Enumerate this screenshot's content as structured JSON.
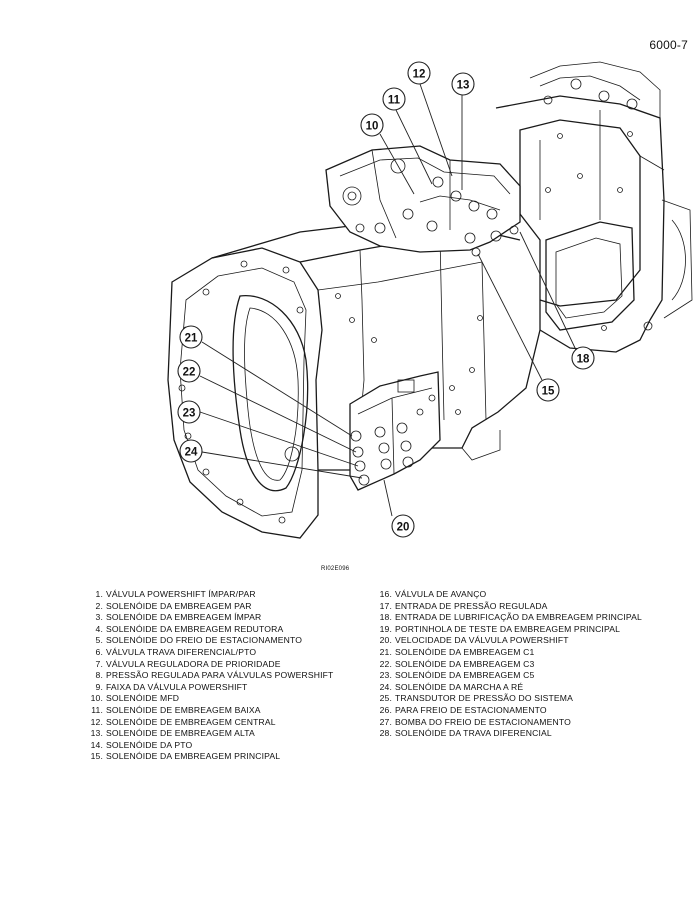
{
  "header": {
    "page_number": "6000-7"
  },
  "figure": {
    "code": "RI02E096",
    "callouts": [
      "10",
      "11",
      "12",
      "13",
      "15",
      "18",
      "20",
      "21",
      "22",
      "23",
      "24"
    ]
  },
  "legend": {
    "left": [
      {
        "num": "1.",
        "text": "VÁLVULA POWERSHIFT ÍMPAR/PAR"
      },
      {
        "num": "2.",
        "text": "SOLENÓIDE DA EMBREAGEM PAR"
      },
      {
        "num": "3.",
        "text": "SOLENÓIDE DA EMBREAGEM ÍMPAR"
      },
      {
        "num": "4.",
        "text": "SOLENÓIDE DA EMBREAGEM REDUTORA"
      },
      {
        "num": "5.",
        "text": "SOLENÓIDE DO FREIO DE ESTACIONAMENTO"
      },
      {
        "num": "6.",
        "text": "VÁLVULA TRAVA DIFERENCIAL/PTO"
      },
      {
        "num": "7.",
        "text": "VÁLVULA REGULADORA DE PRIORIDADE"
      },
      {
        "num": "8.",
        "text": "PRESSÃO REGULADA PARA VÁLVULAS POWERSHIFT"
      },
      {
        "num": "9.",
        "text": "FAIXA DA VÁLVULA POWERSHIFT"
      },
      {
        "num": "10.",
        "text": "SOLENÓIDE MFD"
      },
      {
        "num": "11.",
        "text": "SOLENÓIDE DE EMBREAGEM BAIXA"
      },
      {
        "num": "12.",
        "text": "SOLENÓIDE DE EMBREAGEM CENTRAL"
      },
      {
        "num": "13.",
        "text": "SOLENÓIDE DE EMBREAGEM ALTA"
      },
      {
        "num": "14.",
        "text": "SOLENÓIDE DA PTO"
      },
      {
        "num": "15.",
        "text": "SOLENÓIDE DA EMBREAGEM PRINCIPAL"
      }
    ],
    "right": [
      {
        "num": "16.",
        "text": "VÁLVULA DE AVANÇO"
      },
      {
        "num": "17.",
        "text": "ENTRADA DE PRESSÃO REGULADA"
      },
      {
        "num": "18.",
        "text": "ENTRADA DE LUBRIFICAÇÃO DA EMBREAGEM PRINCIPAL"
      },
      {
        "num": "19.",
        "text": "PORTINHOLA DE TESTE DA EMBREAGEM PRINCIPAL"
      },
      {
        "num": "20.",
        "text": "VELOCIDADE DA VÁLVULA POWERSHIFT"
      },
      {
        "num": "21.",
        "text": "SOLENÓIDE DA EMBREAGEM C1"
      },
      {
        "num": "22.",
        "text": "SOLENÓIDE DA EMBREAGEM C3"
      },
      {
        "num": "23.",
        "text": "SOLENÓIDE DA EMBREAGEM C5"
      },
      {
        "num": "24.",
        "text": "SOLENÓIDE DA MARCHA A RÉ"
      },
      {
        "num": "25.",
        "text": "TRANSDUTOR DE PRESSÃO DO SISTEMA"
      },
      {
        "num": "26.",
        "text": "PARA FREIO DE ESTACIONAMENTO"
      },
      {
        "num": "27.",
        "text": "BOMBA DO FREIO DE ESTACIONAMENTO"
      },
      {
        "num": "28.",
        "text": "SOLENÓIDE DA TRAVA DIFERENCIAL"
      }
    ]
  }
}
